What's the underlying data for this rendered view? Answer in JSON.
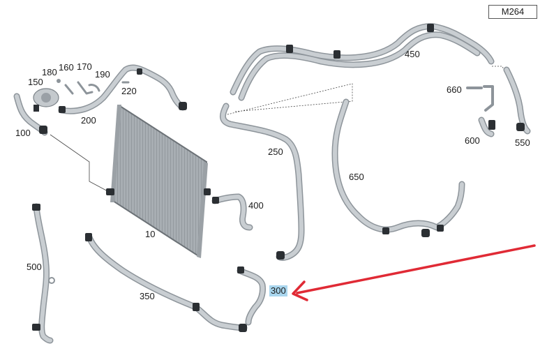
{
  "engine_code": "M264",
  "parts": [
    {
      "id": "p180",
      "label": "180"
    },
    {
      "id": "p160",
      "label": "160"
    },
    {
      "id": "p170",
      "label": "170"
    },
    {
      "id": "p150",
      "label": "150"
    },
    {
      "id": "p190",
      "label": "190"
    },
    {
      "id": "p220",
      "label": "220"
    },
    {
      "id": "p200",
      "label": "200"
    },
    {
      "id": "p100",
      "label": "100"
    },
    {
      "id": "p450",
      "label": "450"
    },
    {
      "id": "p660",
      "label": "660"
    },
    {
      "id": "p600",
      "label": "600"
    },
    {
      "id": "p550",
      "label": "550"
    },
    {
      "id": "p250",
      "label": "250"
    },
    {
      "id": "p650",
      "label": "650"
    },
    {
      "id": "p400",
      "label": "400"
    },
    {
      "id": "p10",
      "label": "10"
    },
    {
      "id": "p500",
      "label": "500"
    },
    {
      "id": "p350",
      "label": "350"
    },
    {
      "id": "p300",
      "label": "300",
      "highlighted": true
    }
  ],
  "colors": {
    "hose": "#c9ced2",
    "hose_edge": "#8d949a",
    "connector": "#2b2f33",
    "arrow": "#e02a35",
    "highlight": "#a9d6ee"
  }
}
